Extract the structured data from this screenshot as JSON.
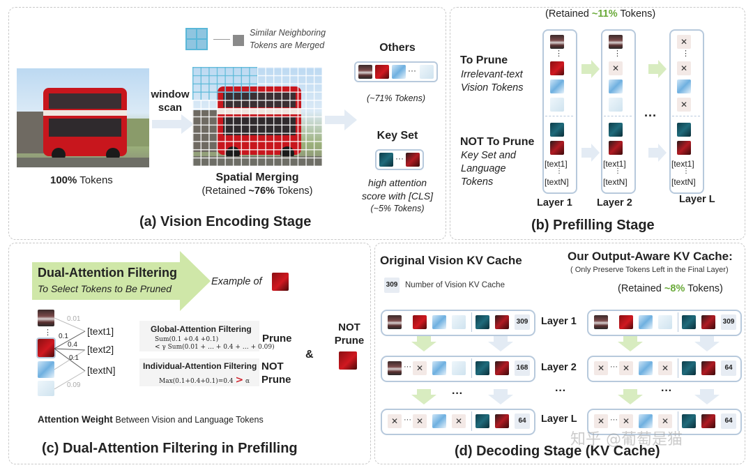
{
  "panel_a": {
    "legend_merge": "Similar Neighboring Tokens are Merged",
    "window_scan": "window scan",
    "tokens_100_bold": "100%",
    "tokens_100_text": "Tokens",
    "spatial_merging": "Spatial Merging",
    "retained_76_pre": "(Retained ",
    "retained_76_val": "~76%",
    "retained_76_post": " Tokens)",
    "others_title": "Others",
    "others_pct": "(~71% Tokens)",
    "keyset_title": "Key Set",
    "keyset_desc1": "high attention",
    "keyset_desc2": "score with [CLS]",
    "keyset_pct": "(~5% Tokens)",
    "title": "(a) Vision Encoding Stage",
    "ellipsis": "···"
  },
  "panel_b": {
    "retained_pre": "(Retained ",
    "retained_val": "~11%",
    "retained_post": " Tokens)",
    "to_prune": "To Prune",
    "to_prune_desc1": "Irrelevant-text",
    "to_prune_desc2": "Vision Tokens",
    "not_prune": "NOT To Prune",
    "not_prune_desc1": "Key Set and",
    "not_prune_desc2": "Language",
    "not_prune_desc3": "Tokens",
    "text1": "[text1]",
    "textN": "[textN]",
    "vdots": "⋮",
    "dots": "···",
    "layer1": "Layer 1",
    "layer2": "Layer 2",
    "layerL": "Layer L",
    "x": "✕",
    "title": "(b) Prefilling Stage"
  },
  "panel_c": {
    "heading": "Dual-Attention Filtering",
    "subheading": "To Select Tokens to Be Pruned",
    "example": "Example of",
    "w001": "0.01",
    "w01a": "0.1",
    "w04": "0.4",
    "w01b": "0.1",
    "w009": "0.09",
    "text1": "[text1]",
    "text2": "[text2]",
    "textN": "[textN]",
    "global_title": "Global-Attention Filtering",
    "global_f1": "Sum(0.1 +0.4 +0.1)",
    "global_f2": "< γ Sum(0.01 + … + 0.4 + … + 0.09)",
    "prune": "Prune",
    "indiv_title": "Individual-Attention Filtering",
    "indiv_formula": "Max(0.1+0.4+0.1)=0.4",
    "gt": ">",
    "alpha": "α",
    "not_prune": "NOT Prune",
    "amp": "&",
    "result_label": "NOT Prune",
    "attn_weight_bold": "Attention Weight",
    "attn_weight_text": "Between Vision and Language Tokens",
    "title": "(c) Dual-Attention Filtering in Prefilling",
    "vdots": "⋮"
  },
  "panel_d": {
    "orig_title": "Original Vision KV Cache",
    "num_badge": "309",
    "num_label": "Number of Vision KV Cache",
    "ours_title": "Our Output-Aware KV Cache:",
    "ours_sub": "( Only Preserve Tokens Left in the Final Layer)",
    "retained_pre": "(Retained ",
    "retained_val": "~8%",
    "retained_post": " Tokens)",
    "layer1": "Layer 1",
    "layer2": "Layer 2",
    "layerL": "Layer L",
    "dots": "···",
    "row_counts_orig": [
      "309",
      "168",
      "64"
    ],
    "row_counts_ours": [
      "309",
      "64",
      "64"
    ],
    "title": "(d) Decoding Stage (KV Cache)"
  },
  "watermark": "知乎 @葡萄是猫",
  "colors": {
    "accent_green": "#6aaa3a",
    "box_blue": "#b7c9dc",
    "grid_cyan": "#5ab7d8",
    "arrow_green": "#cfe7a8"
  }
}
